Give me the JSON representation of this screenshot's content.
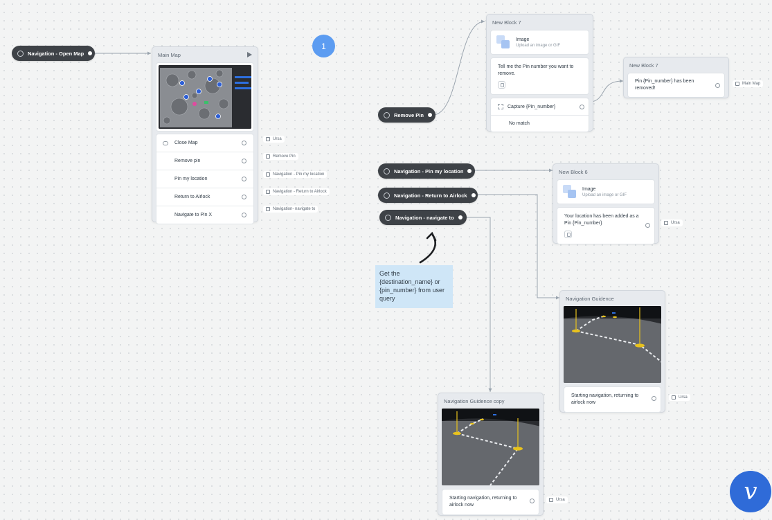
{
  "badge": "1",
  "logo_letter": "v",
  "colors": {
    "pill_bg": "#3e4247",
    "accent_blue": "#5c9cf1",
    "logo_blue": "#2f6bd8",
    "note_bg": "#cfe6f7",
    "pin_yellow": "#e8c21d"
  },
  "pills": {
    "open_map": "Navigation - Open Map",
    "remove_pin": "Remove Pin",
    "pin_my_location": "Navigation - Pin my location",
    "return_to_airlock": "Navigation - Return to Airlock",
    "navigate_to": "Navigation - navigate to"
  },
  "main_map": {
    "title": "Main Map",
    "choices": [
      "Close Map",
      "Remove pin",
      "Pin my location",
      "Return to Airlock",
      "Navigate to Pin X"
    ],
    "targets": [
      "Ursa",
      "Remove Pin",
      "Navigation - Pin my location",
      "Navigation - Return to Airlock",
      "Navigation- navigate to"
    ]
  },
  "block7a": {
    "title": "New Block 7",
    "image_label": "Image",
    "image_sub": "Upload an image or GIF",
    "message": "Tell me the Pin number you want to remove.",
    "capture": "Capture {Pin_number}",
    "no_match": "No match"
  },
  "block7b": {
    "title": "New Block 7",
    "message": "Pin {Pin_number} has been removed!",
    "target": "Main Map"
  },
  "block6": {
    "title": "New Block 6",
    "image_label": "Image",
    "image_sub": "Upload an image or GIF",
    "message": "Your location has been added as a Pin {Pin_number}",
    "target": "Ursa"
  },
  "nav_guidence": {
    "title": "Navigation Guidence",
    "message": "Starting navigation, returning to airlock now",
    "target": "Ursa"
  },
  "nav_guidence_copy": {
    "title": "Navigation Guidence copy",
    "message": "Starting navigation, returning to airlock now",
    "target": "Ursa"
  },
  "note": "Get the {destination_name} or {pin_number} from user query"
}
